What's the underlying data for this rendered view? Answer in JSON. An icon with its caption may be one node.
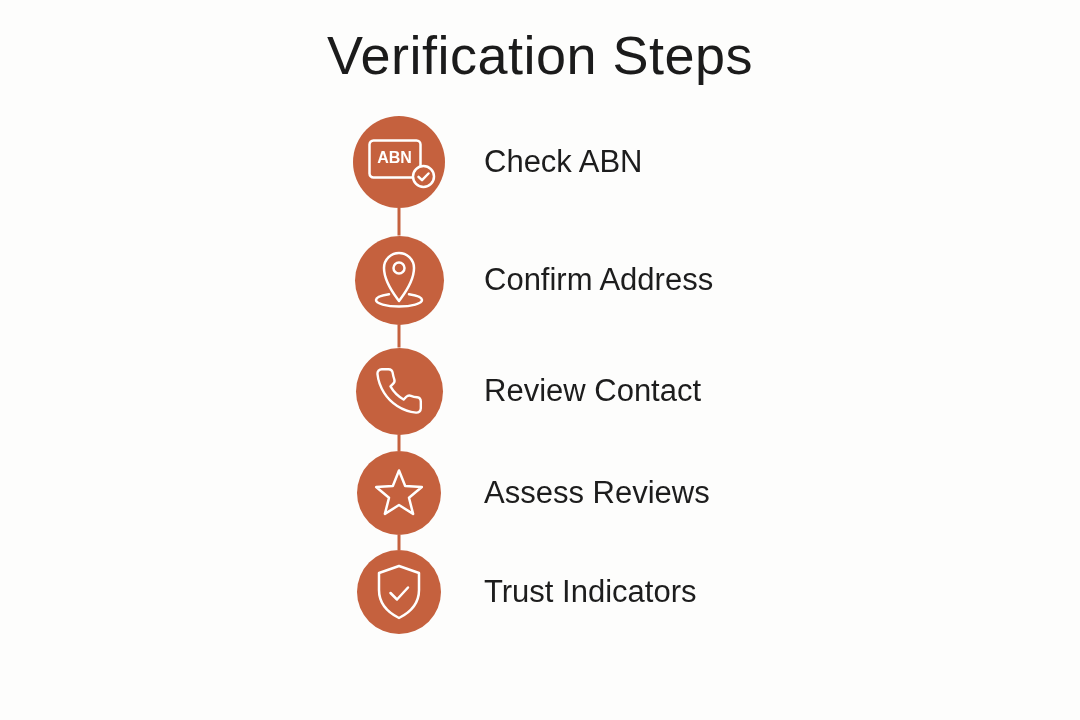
{
  "diagram": {
    "title": "Verification Steps",
    "nodes": [
      {
        "text": [
          "ABN"
        ],
        "beside": [
          "Check ABN"
        ]
      },
      {
        "text": [],
        "shape": "circle",
        "beside": [
          "Confirm Address"
        ]
      },
      {
        "text": [],
        "shape": "circle",
        "beside": [
          "Review Contact"
        ]
      },
      {
        "text": [],
        "shape": "circle",
        "beside": [
          "Assess Reviews"
        ]
      },
      {
        "text": [],
        "shape": "circle",
        "beside": [
          "Trust Indicators"
        ]
      }
    ],
    "edges": [
      {
        "from": 0,
        "to": 1,
        "arrow": "none"
      },
      {
        "from": 1,
        "to": 2,
        "arrow": "none"
      },
      {
        "from": 2,
        "to": 3,
        "arrow": "none"
      },
      {
        "from": 3,
        "to": 4,
        "arrow": "none"
      }
    ]
  }
}
